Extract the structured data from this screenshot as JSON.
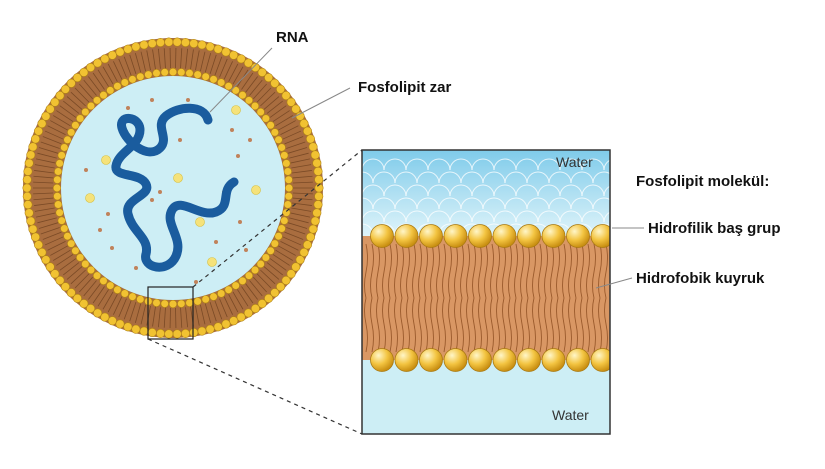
{
  "labels": {
    "rna": "RNA",
    "membrane": "Fosfolipit zar",
    "molecule_title": "Fosfolipit molekül:",
    "hydrophilic": "Hidrofilik baş grup",
    "hydrophobic": "Hidrofobik kuyruk",
    "water_top": "Water",
    "water_bottom": "Water"
  },
  "colors": {
    "membrane": "#b5784a",
    "tail": "#d99764",
    "head": "#f1c232",
    "lumen": "#cdeef5",
    "rna": "#1a5c9e",
    "water_top": "#8fd3ee",
    "water_bottom": "#cdeef5"
  }
}
